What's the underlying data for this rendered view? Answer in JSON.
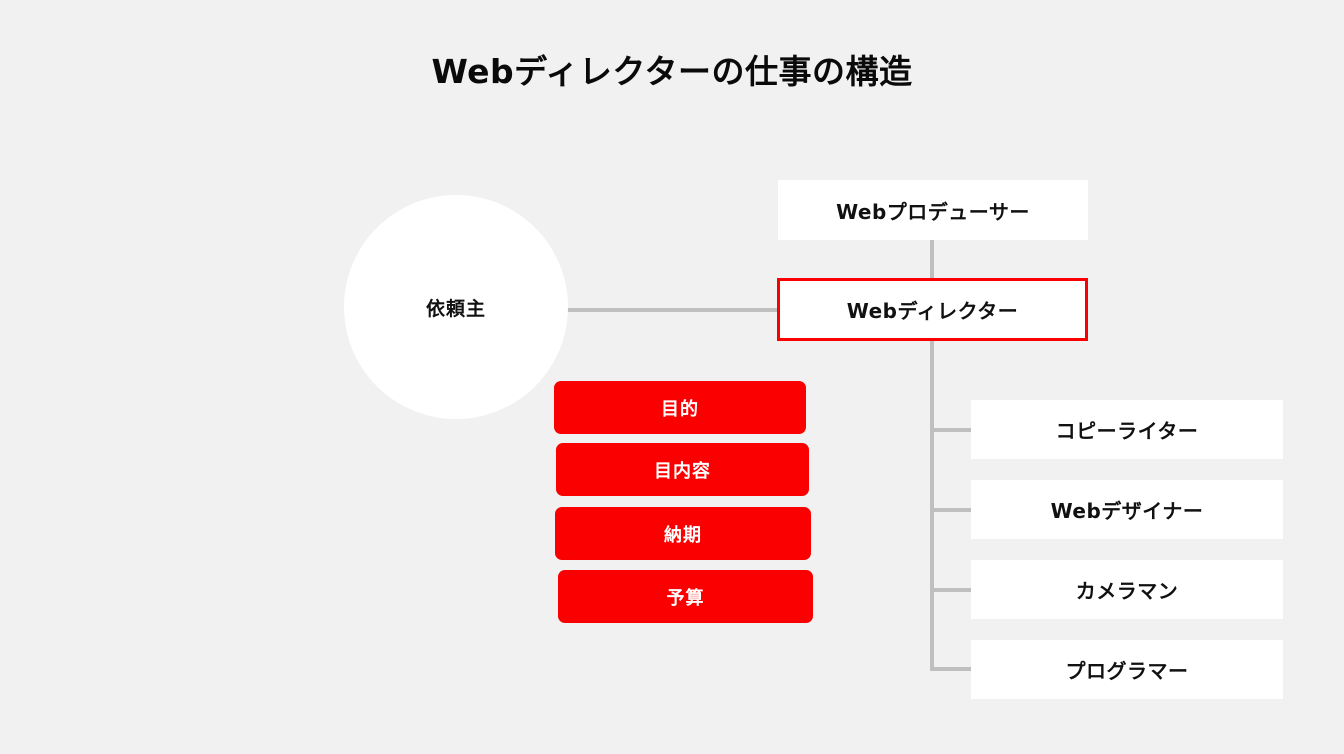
{
  "page": {
    "title": "Webディレクターの仕事の構造",
    "background_color": "#f1f1f1"
  },
  "colors": {
    "accent_red": "#fa0000",
    "box_white": "#ffffff",
    "connector_gray": "#bfbfbf",
    "text_dark": "#111111"
  },
  "diagram": {
    "client": {
      "label": "依頼主",
      "shape": "circle"
    },
    "hierarchy": {
      "producer": {
        "label": "Webプロデューサー"
      },
      "director": {
        "label": "Webディレクター",
        "highlighted": true,
        "border_color": "#fa0000"
      },
      "roles": [
        {
          "label": "コピーライター"
        },
        {
          "label": "Webデザイナー"
        },
        {
          "label": "カメラマン"
        },
        {
          "label": "プログラマー"
        }
      ]
    },
    "requirements": [
      {
        "label": "目的"
      },
      {
        "label": "目内容"
      },
      {
        "label": "納期"
      },
      {
        "label": "予算"
      }
    ]
  }
}
